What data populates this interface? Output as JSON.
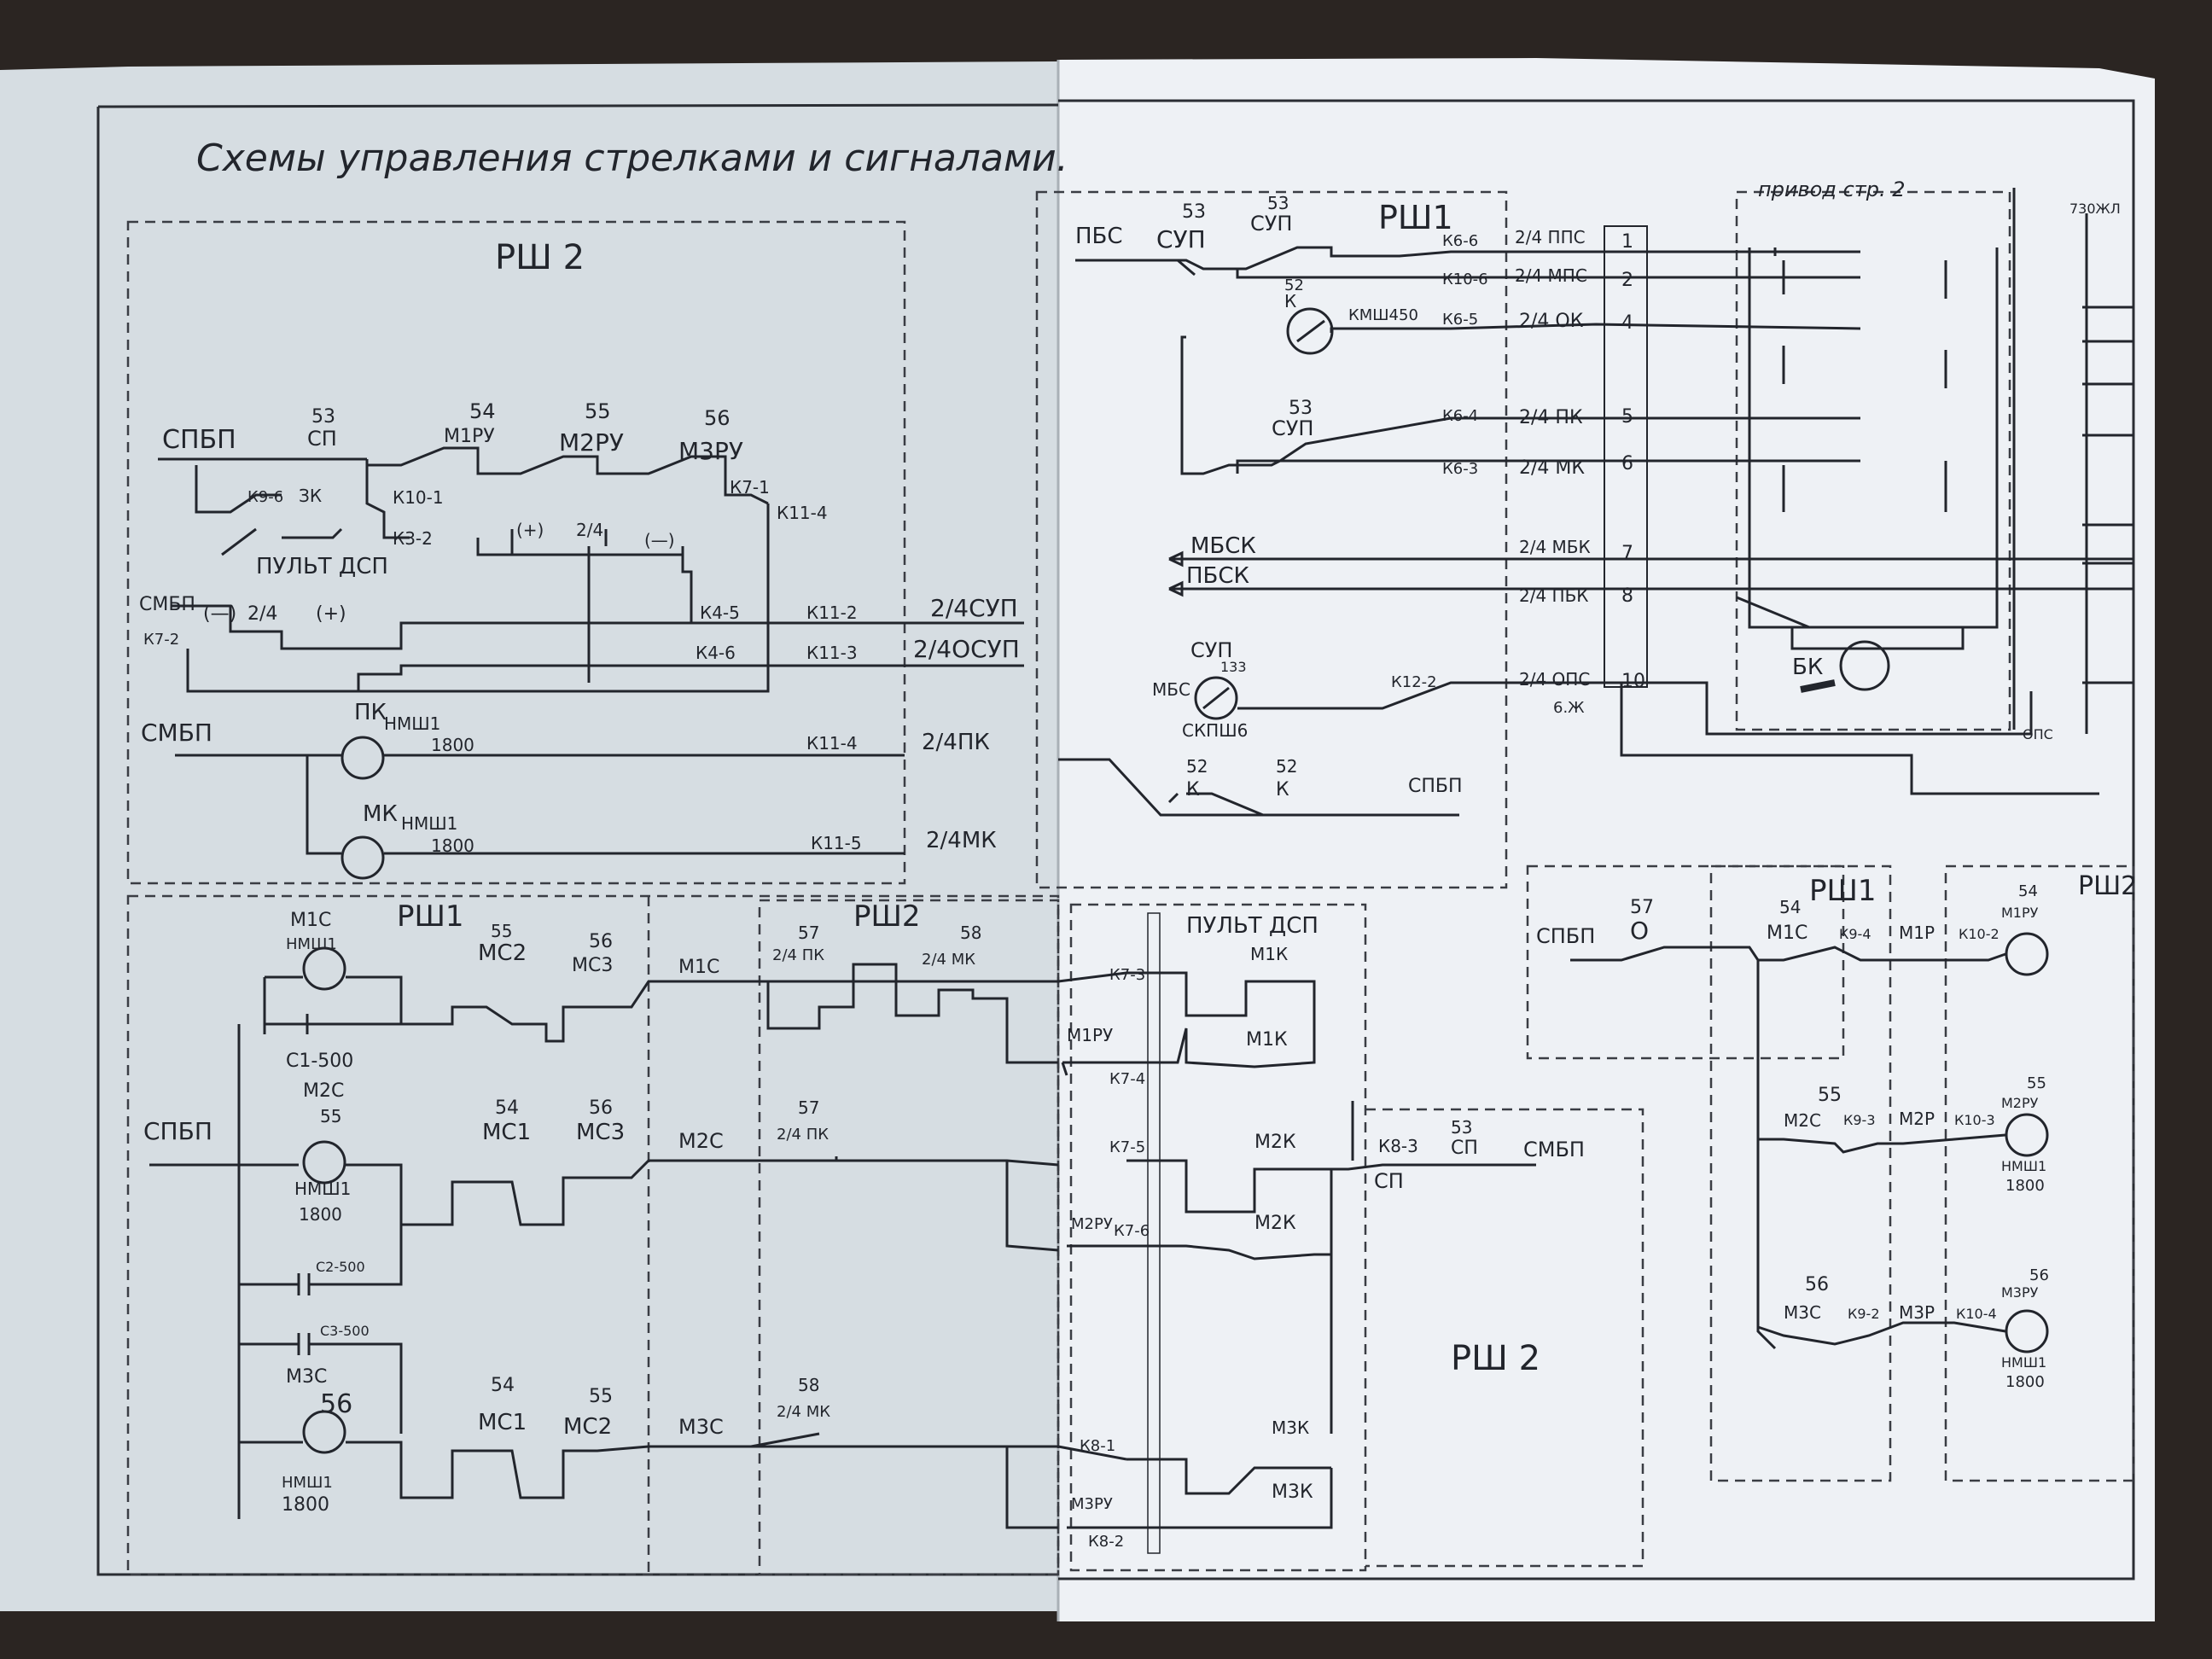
{
  "title": "Схемы управления стрелками и сигналами.",
  "colors": {
    "background": "#2b2522",
    "paper_left": "#d6dde2",
    "paper_right": "#eef1f5",
    "ink": "#22252c"
  },
  "sections": {
    "rsh2_top": "РШ 2",
    "rsh1_top": "РШ1",
    "privod": "привод стр. 2",
    "rsh1_mid": "РШ1",
    "rsh2_mid": "РШ2",
    "pult": "ПУЛЬТ ДСП",
    "rsh2_bottom": "РШ 2",
    "rsh1_right": "РШ1",
    "rsh2_right": "РШ2"
  },
  "left_labels": {
    "spbp_top": "СПБП",
    "n53": "53",
    "sp": "СП",
    "n54": "54",
    "m1ru": "М1РУ",
    "n55": "55",
    "m2ru": "М2РУ",
    "n56": "56",
    "m3ru": "М3РУ",
    "k9_6": "К9-6",
    "zk": "ЗК",
    "k10_1": "К10-1",
    "k3_2": "К3-2",
    "k7_1": "К7-1",
    "k11_4": "К11-4",
    "pult_dsp": "ПУЛЬТ ДСП",
    "plus1": "(+)",
    "k21": "2/4",
    "minus1": "(—)",
    "smbp": "СМБП",
    "minus2": "(—)",
    "k24": "2/4",
    "plus2": "(+)",
    "k7_2": "К7-2",
    "k4_5": "К4-5",
    "k11_2": "К11-2",
    "sup_24": "2/4СУП",
    "k4_6": "К4-6",
    "k11_3": "К11-3",
    "osup_24": "2/4ОСУП",
    "smbp2": "СМБП",
    "pk": "ПК",
    "nmsh1": "НМШ1",
    "n1800": "1800",
    "k11_4b": "К11-4",
    "pk_24": "2/4ПК",
    "mk": "МК",
    "nmsh1b": "НМШ1",
    "n1800b": "1800",
    "k11_5": "К11-5",
    "mk_24": "2/4МК",
    "m1s": "М1С",
    "nmsh1c": "НМШ1",
    "n55b": "55",
    "ms2": "МС2",
    "n56b": "56",
    "ms3": "МС3",
    "m1s_w": "М1С",
    "c1_500": "С1-500",
    "m2s": "М2С",
    "n55c": "55",
    "nmsh1d": "НМШ1",
    "n1800c": "1800",
    "n54b": "54",
    "ms1": "МС1",
    "n56c": "56",
    "ms3b": "МС3",
    "m2s_w": "М2С",
    "spbp_mid": "СПБП",
    "c2_500": "С2-500",
    "c3_500": "С3-500",
    "m3s": "М3С",
    "n56d": "56",
    "nmsh1e": "НМШ1",
    "n1800d": "1800",
    "n54c": "54",
    "ms1b": "МС1",
    "n55d": "55",
    "ms2b": "МС2",
    "m3s_w": "М3С"
  },
  "right_labels": {
    "pbs": "ПБС",
    "n53a": "53",
    "sup_a": "СУП",
    "n53b": "53",
    "sup_b": "СУП",
    "k6_6": "К6-6",
    "pps_24": "2/4 ППС",
    "k10_6": "К10-6",
    "mpc_24": "2/4 МПС",
    "n52": "52",
    "k": "К",
    "kmsh450": "КМШ450",
    "k6_5": "К6-5",
    "ok_24": "2/4 ОК",
    "n53c": "53",
    "sup_c": "СУП",
    "k6_4": "К6-4",
    "pk_24": "2/4 ПК",
    "k6_3": "К6-3",
    "mk_24": "2/4 МК",
    "mbsk": "МБСК",
    "mbk_24": "2/4 МБК",
    "pbsk": "ПБСК",
    "pbk_24": "2/4 ПБК",
    "sup_d": "СУП",
    "n133": "133",
    "mbs": "МБС",
    "skpsh6": "СКПШ6",
    "k12_2": "К12-2",
    "opc_24": "2/4 ОПС",
    "n6j": "6.Ж",
    "n52b": "52",
    "k_b": "К",
    "n52c": "52",
    "k_c": "К",
    "spbp": "СПБП",
    "bk": "БК",
    "ops": "ОПС",
    "zone": "730ЖЛ",
    "k7_3": "К7-3",
    "m1k": "М1К",
    "m1ru_r": "М1РУ",
    "k7_4": "К7-4",
    "m1k_b": "М1К",
    "k7_5": "К7-5",
    "m2k": "М2К",
    "m2ru_r": "М2РУ",
    "k7_6": "К7-6",
    "m2k_b": "М2К",
    "k8_1": "К8-1",
    "m3k": "М3К",
    "m3ru_r": "М3РУ",
    "k8_2": "К8-2",
    "m3k_b": "М3К",
    "k8_3": "К8-3",
    "n53d": "53",
    "sp_r": "СП",
    "sp_r2": "СП",
    "smbp_r": "СМБП",
    "n57": "57",
    "pk_57": "2/4 ПК",
    "n57b": "57",
    "pk_57b": "2/4 ПК",
    "n58": "58",
    "mk_58": "2/4 МК",
    "n58b": "58",
    "mk_58b": "2/4 МК",
    "spbp_r": "СПБП",
    "n57c": "57",
    "o": "О",
    "n54": "54",
    "m1s_r": "М1С",
    "k9_4": "К9-4",
    "m1r": "М1Р",
    "k10_2": "К10-2",
    "n54d": "54",
    "m1ru_rr": "М1РУ",
    "n55": "55",
    "m2s_r": "М2С",
    "k9_3": "К9-3",
    "m2r": "М2Р",
    "k10_3": "К10-3",
    "n55e": "55",
    "m2ru_rr": "М2РУ",
    "n56": "56",
    "m3s_r": "М3С",
    "k9_2": "К9-2",
    "m3r": "М3Р",
    "k10_4": "К10-4",
    "n56e": "56",
    "m3ru_rr": "М3РУ",
    "nmsh1": "НМШ1",
    "n1800": "1800",
    "nmsh1b": "НМШ1",
    "n1800b": "1800"
  },
  "terminal_numbers": [
    "1",
    "2",
    "4",
    "5",
    "6",
    "7",
    "8",
    "10"
  ]
}
